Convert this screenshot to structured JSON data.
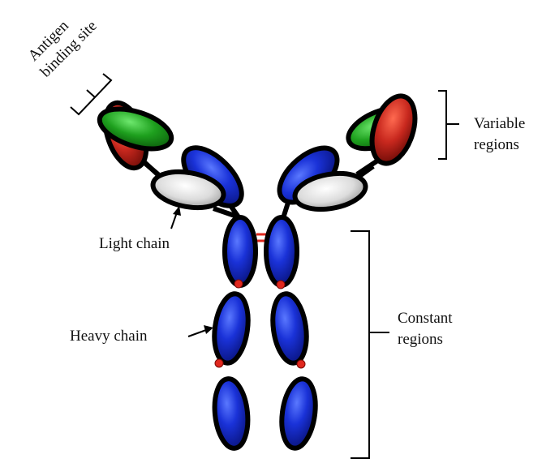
{
  "labels": {
    "antigen_binding_site_line1": "Antigen",
    "antigen_binding_site_line2": "binding site",
    "variable_regions_line1": "Variable",
    "variable_regions_line2": "regions",
    "light_chain": "Light chain",
    "heavy_chain": "Heavy chain",
    "constant_regions_line1": "Constant",
    "constant_regions_line2": "regions"
  },
  "colors": {
    "heavy_chain_domain": "#1428c8",
    "light_chain_constant_domain": "#e8e8e8",
    "variable_light_domain": "#1ea01e",
    "variable_heavy_domain": "#c8281e",
    "disulfide_bond": "#e0281e",
    "outline": "#000000"
  }
}
